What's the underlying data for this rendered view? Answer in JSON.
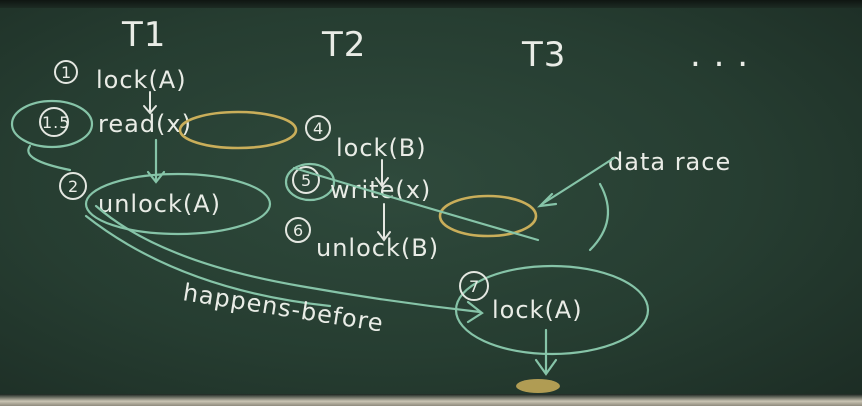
{
  "board": {
    "headers": [
      "T1",
      "T2",
      "T3",
      ". . ."
    ],
    "t1_steps": [
      {
        "num": "1",
        "text": "lock(A)"
      },
      {
        "num": "1.5",
        "text": "read(x)"
      },
      {
        "num": "2",
        "text": "unlock(A)"
      }
    ],
    "t2_steps": [
      {
        "num": "4",
        "text": "lock(B)"
      },
      {
        "num": "5",
        "text": "write(x)"
      },
      {
        "num": "6",
        "text": "unlock(B)"
      }
    ],
    "t3_steps": [
      {
        "num": "7",
        "text": "lock(A)"
      }
    ],
    "annotations": {
      "data_race": "data race",
      "happens_before": "happens-before"
    },
    "colors": {
      "chalk": "#e9ece6",
      "green_chalk": "#86c4a8",
      "gold_chalk": "#c9ae5a",
      "board": "#2b4336"
    }
  }
}
